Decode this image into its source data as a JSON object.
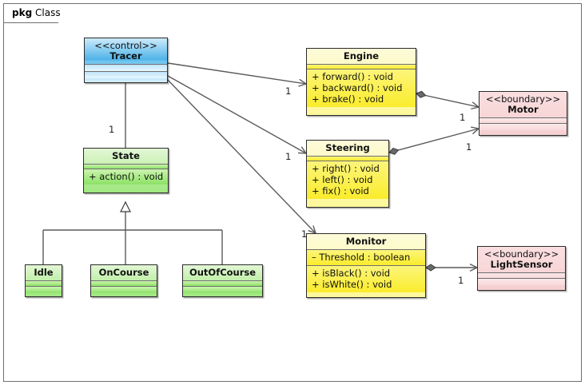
{
  "frame": {
    "keyword": "pkg",
    "name": "Class"
  },
  "classes": [
    {
      "id": "tracer",
      "name": "Tracer",
      "stereotype": "<<control>>",
      "color": "#4fb3e8",
      "attributes": [],
      "operations": []
    },
    {
      "id": "engine",
      "name": "Engine",
      "stereotype": "",
      "color": "#faec2c",
      "attributes": [],
      "operations": [
        "+ forward() : void",
        "+ backward() : void",
        "+ brake() : void"
      ]
    },
    {
      "id": "steering",
      "name": "Steering",
      "stereotype": "",
      "color": "#faec2c",
      "attributes": [],
      "operations": [
        "+ right() : void",
        "+ left() : void",
        "+ fix() : void"
      ]
    },
    {
      "id": "monitor",
      "name": "Monitor",
      "stereotype": "",
      "color": "#faec2c",
      "attributes": [
        "– Threshold : boolean"
      ],
      "operations": [
        "+ isBlack() : void",
        "+ isWhite() : void"
      ]
    },
    {
      "id": "motor",
      "name": "Motor",
      "stereotype": "<<boundary>>",
      "color": "#f6cfd0",
      "attributes": [],
      "operations": []
    },
    {
      "id": "lightsensor",
      "name": "LightSensor",
      "stereotype": "<<boundary>>",
      "color": "#f6cfd0",
      "attributes": [],
      "operations": []
    },
    {
      "id": "state",
      "name": "State",
      "stereotype": "",
      "color": "#8ce265",
      "attributes": [],
      "operations": [
        "+ action() : void"
      ]
    },
    {
      "id": "idle",
      "name": "Idle",
      "stereotype": "",
      "color": "#8ce265",
      "attributes": [],
      "operations": []
    },
    {
      "id": "oncourse",
      "name": "OnCourse",
      "stereotype": "",
      "color": "#8ce265",
      "attributes": [],
      "operations": []
    },
    {
      "id": "outofcourse",
      "name": "OutOfCourse",
      "stereotype": "",
      "color": "#8ce265",
      "attributes": [],
      "operations": []
    }
  ],
  "relations": [
    {
      "from": "tracer",
      "to": "state",
      "kind": "association",
      "multiplicity": "1"
    },
    {
      "from": "tracer",
      "to": "engine",
      "kind": "association",
      "multiplicity": "1"
    },
    {
      "from": "tracer",
      "to": "steering",
      "kind": "association",
      "multiplicity": "1"
    },
    {
      "from": "tracer",
      "to": "monitor",
      "kind": "association",
      "multiplicity": "1"
    },
    {
      "from": "engine",
      "to": "motor",
      "kind": "composition",
      "multiplicity": "1"
    },
    {
      "from": "steering",
      "to": "motor",
      "kind": "composition",
      "multiplicity": "1"
    },
    {
      "from": "monitor",
      "to": "lightsensor",
      "kind": "composition",
      "multiplicity": "1"
    },
    {
      "from": "state",
      "to": "idle",
      "kind": "generalization",
      "multiplicity": ""
    },
    {
      "from": "state",
      "to": "oncourse",
      "kind": "generalization",
      "multiplicity": ""
    },
    {
      "from": "state",
      "to": "outofcourse",
      "kind": "generalization",
      "multiplicity": ""
    }
  ],
  "multiplicity_labels": {
    "tracer_state": "1",
    "tracer_engine": "1",
    "tracer_steering": "1",
    "tracer_monitor": "1",
    "engine_motor": "1",
    "steering_motor": "1",
    "monitor_lightsensor": "1"
  }
}
